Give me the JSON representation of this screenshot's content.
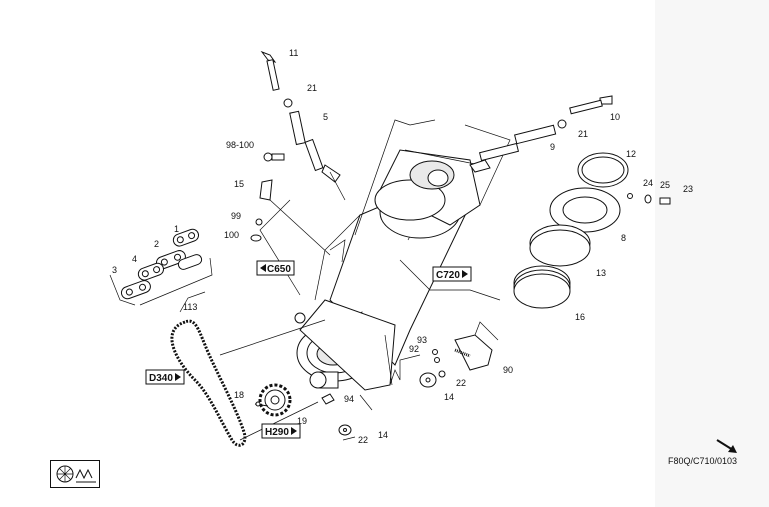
{
  "drawing_code": "F80Q/C710/0103",
  "callouts": {
    "c1": "1",
    "c2": "2",
    "c3": "3",
    "c4": "4",
    "c5": "5",
    "c8": "8",
    "c9": "9",
    "c10": "10",
    "c11": "11",
    "c12": "12",
    "c13": "13",
    "c14a": "14",
    "c14b": "14",
    "c15": "15",
    "c16": "16",
    "c18": "18",
    "c19": "19",
    "c21a": "21",
    "c21b": "21",
    "c22a": "22",
    "c22b": "22",
    "c23": "23",
    "c24": "24",
    "c25": "25",
    "c90": "90",
    "c92": "92",
    "c93": "93",
    "c94": "94",
    "c98": "98-100",
    "c99": "99",
    "c100": "100",
    "c113": "113"
  },
  "refs": {
    "c650": "C650",
    "c720": "C720",
    "d340": "D340",
    "h290": "H290"
  },
  "icons": {
    "nav_arrow": "arrow-down-right-icon",
    "legend": "machine-legend-icon"
  }
}
